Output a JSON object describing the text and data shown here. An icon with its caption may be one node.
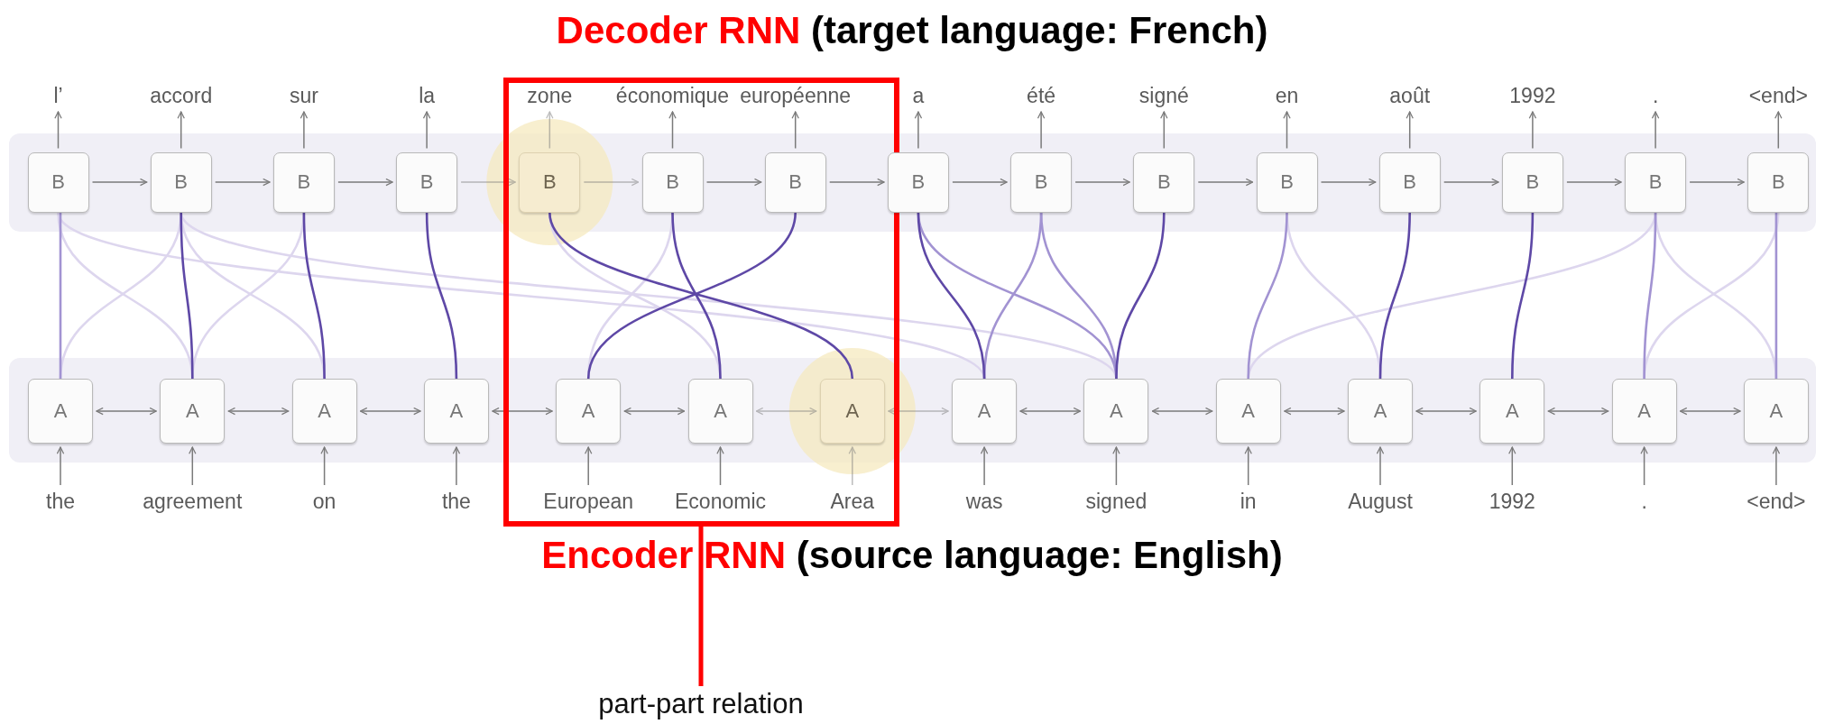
{
  "diagram": {
    "title": "**Decoder RNN** (target language: French)",
    "nodes": [
      {
        "text": [],
        "shape": "box"
      },
      {
        "text": [
          "l’"
        ]
      },
      {
        "text": [
          "accord"
        ]
      },
      {
        "text": [
          "sur"
        ]
      },
      {
        "text": [
          "la"
        ]
      },
      {
        "text": [
          "zone"
        ],
        "in": 0
      },
      {
        "text": [
          "économique"
        ],
        "in": 0
      },
      {
        "text": [
          "européenne"
        ],
        "in": 0
      },
      {
        "text": [
          "a"
        ]
      },
      {
        "text": [
          "été"
        ]
      },
      {
        "text": [
          "signé"
        ]
      },
      {
        "text": [
          "en"
        ]
      },
      {
        "text": [
          "août"
        ]
      },
      {
        "text": [
          "1992"
        ]
      },
      {
        "text": [
          "."
        ]
      },
      {
        "text": [
          "<end>"
        ]
      },
      {
        "text": [
          "B"
        ]
      },
      {
        "text": [
          "B"
        ]
      },
      {
        "text": [
          "B"
        ]
      },
      {
        "text": [
          "B"
        ]
      },
      {
        "text": [
          "B"
        ],
        "in": 0
      },
      {
        "text": [
          "B"
        ],
        "in": 0
      },
      {
        "text": [
          "B"
        ],
        "in": 0
      },
      {
        "text": [
          "B"
        ]
      },
      {
        "text": [
          "B"
        ]
      },
      {
        "text": [
          "B"
        ]
      },
      {
        "text": [
          "B"
        ]
      },
      {
        "text": [
          "B"
        ]
      },
      {
        "text": [
          "B"
        ]
      },
      {
        "text": [
          "B"
        ]
      },
      {
        "text": [
          "B"
        ]
      },
      {
        "text": [
          "A"
        ]
      },
      {
        "text": [
          "A"
        ]
      },
      {
        "text": [
          "A"
        ]
      },
      {
        "text": [
          "A"
        ]
      },
      {
        "text": [
          "A"
        ],
        "in": 0
      },
      {
        "text": [
          "A"
        ],
        "in": 0
      },
      {
        "text": [
          "A"
        ],
        "in": 0
      },
      {
        "text": [
          "A"
        ]
      },
      {
        "text": [
          "A"
        ]
      },
      {
        "text": [
          "A"
        ]
      },
      {
        "text": [
          "A"
        ]
      },
      {
        "text": [
          "A"
        ]
      },
      {
        "text": [
          "A"
        ]
      },
      {
        "text": [
          "A"
        ]
      },
      {
        "text": [
          "the"
        ]
      },
      {
        "text": [
          "agreement"
        ]
      },
      {
        "text": [
          "on"
        ]
      },
      {
        "text": [
          "the"
        ]
      },
      {
        "text": [
          "European"
        ],
        "in": 0
      },
      {
        "text": [
          "Economic"
        ],
        "in": 0
      },
      {
        "text": [
          "Area"
        ],
        "in": 0
      },
      {
        "text": [
          "was"
        ]
      },
      {
        "text": [
          "signed"
        ]
      },
      {
        "text": [
          "in"
        ]
      },
      {
        "text": [
          "August"
        ]
      },
      {
        "text": [
          "1992"
        ]
      },
      {
        "text": [
          "."
        ]
      },
      {
        "text": [
          "<end>"
        ]
      },
      {
        "text": [
          "part-part relation"
        ]
      }
    ],
    "edges": [
      {
        "from": 45,
        "to": 31,
        "arrow": "to"
      },
      {
        "from": 46,
        "to": 32,
        "arrow": "to"
      },
      {
        "from": 47,
        "to": 33,
        "arrow": "to"
      },
      {
        "from": 48,
        "to": 34,
        "arrow": "to"
      },
      {
        "from": 49,
        "to": 35,
        "arrow": "to"
      },
      {
        "from": 50,
        "to": 36,
        "arrow": "to"
      },
      {
        "from": 51,
        "to": 37,
        "arrow": "to"
      },
      {
        "from": 52,
        "to": 38,
        "arrow": "to"
      },
      {
        "from": 53,
        "to": 39,
        "arrow": "to"
      },
      {
        "from": 54,
        "to": 40,
        "arrow": "to"
      },
      {
        "from": 55,
        "to": 41,
        "arrow": "to"
      },
      {
        "from": 56,
        "to": 42,
        "arrow": "to"
      },
      {
        "from": 57,
        "to": 43,
        "arrow": "to"
      },
      {
        "from": 58,
        "to": 44,
        "arrow": "to"
      },
      {
        "from": 31,
        "to": 32,
        "arrow": "both"
      },
      {
        "from": 32,
        "to": 33,
        "arrow": "both"
      },
      {
        "from": 33,
        "to": 34,
        "arrow": "both"
      },
      {
        "from": 34,
        "to": 35,
        "arrow": "both"
      },
      {
        "from": 35,
        "to": 36,
        "arrow": "both"
      },
      {
        "from": 36,
        "to": 37,
        "arrow": "both"
      },
      {
        "from": 37,
        "to": 38,
        "arrow": "both"
      },
      {
        "from": 38,
        "to": 39,
        "arrow": "both"
      },
      {
        "from": 39,
        "to": 40,
        "arrow": "both"
      },
      {
        "from": 40,
        "to": 41,
        "arrow": "both"
      },
      {
        "from": 41,
        "to": 42,
        "arrow": "both"
      },
      {
        "from": 42,
        "to": 43,
        "arrow": "both"
      },
      {
        "from": 43,
        "to": 44,
        "arrow": "both"
      },
      {
        "from": 16,
        "to": 17,
        "arrow": "to"
      },
      {
        "from": 17,
        "to": 18,
        "arrow": "to"
      },
      {
        "from": 18,
        "to": 19,
        "arrow": "to"
      },
      {
        "from": 19,
        "to": 20,
        "arrow": "to"
      },
      {
        "from": 20,
        "to": 21,
        "arrow": "to"
      },
      {
        "from": 21,
        "to": 22,
        "arrow": "to"
      },
      {
        "from": 22,
        "to": 23,
        "arrow": "to"
      },
      {
        "from": 23,
        "to": 24,
        "arrow": "to"
      },
      {
        "from": 24,
        "to": 25,
        "arrow": "to"
      },
      {
        "from": 25,
        "to": 26,
        "arrow": "to"
      },
      {
        "from": 26,
        "to": 27,
        "arrow": "to"
      },
      {
        "from": 27,
        "to": 28,
        "arrow": "to"
      },
      {
        "from": 28,
        "to": 29,
        "arrow": "to"
      },
      {
        "from": 29,
        "to": 30,
        "arrow": "to"
      },
      {
        "from": 16,
        "to": 1,
        "arrow": "to"
      },
      {
        "from": 17,
        "to": 2,
        "arrow": "to"
      },
      {
        "from": 18,
        "to": 3,
        "arrow": "to"
      },
      {
        "from": 19,
        "to": 4,
        "arrow": "to"
      },
      {
        "from": 20,
        "to": 5,
        "arrow": "to"
      },
      {
        "from": 21,
        "to": 6,
        "arrow": "to"
      },
      {
        "from": 22,
        "to": 7,
        "arrow": "to"
      },
      {
        "from": 23,
        "to": 8,
        "arrow": "to"
      },
      {
        "from": 24,
        "to": 9,
        "arrow": "to"
      },
      {
        "from": 25,
        "to": 10,
        "arrow": "to"
      },
      {
        "from": 26,
        "to": 11,
        "arrow": "to"
      },
      {
        "from": 27,
        "to": 12,
        "arrow": "to"
      },
      {
        "from": 28,
        "to": 13,
        "arrow": "to"
      },
      {
        "from": 29,
        "to": 14,
        "arrow": "to"
      },
      {
        "from": 30,
        "to": 15,
        "arrow": "to"
      },
      {
        "from": 31,
        "to": 17,
        "arrow": "none",
        "color": "#ddd6ee"
      },
      {
        "from": 32,
        "to": 16,
        "arrow": "none",
        "color": "#ddd6ee"
      },
      {
        "from": 32,
        "to": 18,
        "arrow": "none",
        "color": "#ddd6ee"
      },
      {
        "from": 33,
        "to": 17,
        "arrow": "none",
        "color": "#ddd6ee"
      },
      {
        "from": 35,
        "to": 21,
        "arrow": "none",
        "color": "#ddd6ee"
      },
      {
        "from": 36,
        "to": 20,
        "arrow": "none",
        "color": "#ddd6ee"
      },
      {
        "from": 40,
        "to": 29,
        "arrow": "none",
        "color": "#ddd6ee"
      },
      {
        "from": 44,
        "to": 29,
        "arrow": "none",
        "color": "#ddd6ee"
      },
      {
        "from": 41,
        "to": 26,
        "arrow": "none",
        "color": "#ddd6ee"
      },
      {
        "from": 43,
        "to": 30,
        "arrow": "none",
        "color": "#ddd6ee"
      },
      {
        "from": 38,
        "to": 16,
        "arrow": "none",
        "color": "#ddd6ee"
      },
      {
        "from": 39,
        "to": 17,
        "arrow": "none",
        "color": "#ddd6ee"
      },
      {
        "from": 31,
        "to": 16,
        "arrow": "none",
        "color": "#a293d2"
      },
      {
        "from": 39,
        "to": 23,
        "arrow": "none",
        "color": "#a293d2"
      },
      {
        "from": 38,
        "to": 24,
        "arrow": "none",
        "color": "#a293d2"
      },
      {
        "from": 39,
        "to": 24,
        "arrow": "none",
        "color": "#a293d2"
      },
      {
        "from": 40,
        "to": 26,
        "arrow": "none",
        "color": "#a293d2"
      },
      {
        "from": 44,
        "to": 30,
        "arrow": "none",
        "color": "#a293d2"
      },
      {
        "from": 43,
        "to": 29,
        "arrow": "none",
        "color": "#a293d2"
      },
      {
        "from": 32,
        "to": 17,
        "arrow": "none",
        "color": "#5e48a6"
      },
      {
        "from": 33,
        "to": 18,
        "arrow": "none",
        "color": "#5e48a6"
      },
      {
        "from": 34,
        "to": 19,
        "arrow": "none",
        "color": "#5e48a6"
      },
      {
        "from": 37,
        "to": 20,
        "arrow": "none",
        "color": "#5e48a6"
      },
      {
        "from": 36,
        "to": 21,
        "arrow": "none",
        "color": "#5e48a6"
      },
      {
        "from": 35,
        "to": 22,
        "arrow": "none",
        "color": "#5e48a6"
      },
      {
        "from": 38,
        "to": 23,
        "arrow": "none",
        "color": "#5e48a6"
      },
      {
        "from": 39,
        "to": 25,
        "arrow": "none",
        "color": "#5e48a6"
      },
      {
        "from": 41,
        "to": 27,
        "arrow": "none",
        "color": "#5e48a6"
      },
      {
        "from": 42,
        "to": 28,
        "arrow": "none",
        "color": "#5e48a6"
      },
      {
        "from": 59,
        "to": 0,
        "arrow": "none",
        "style": "thick",
        "color": "#ff0000"
      }
    ],
    "labels": [
      "**Encoder RNN** (source language: English)"
    ]
  }
}
